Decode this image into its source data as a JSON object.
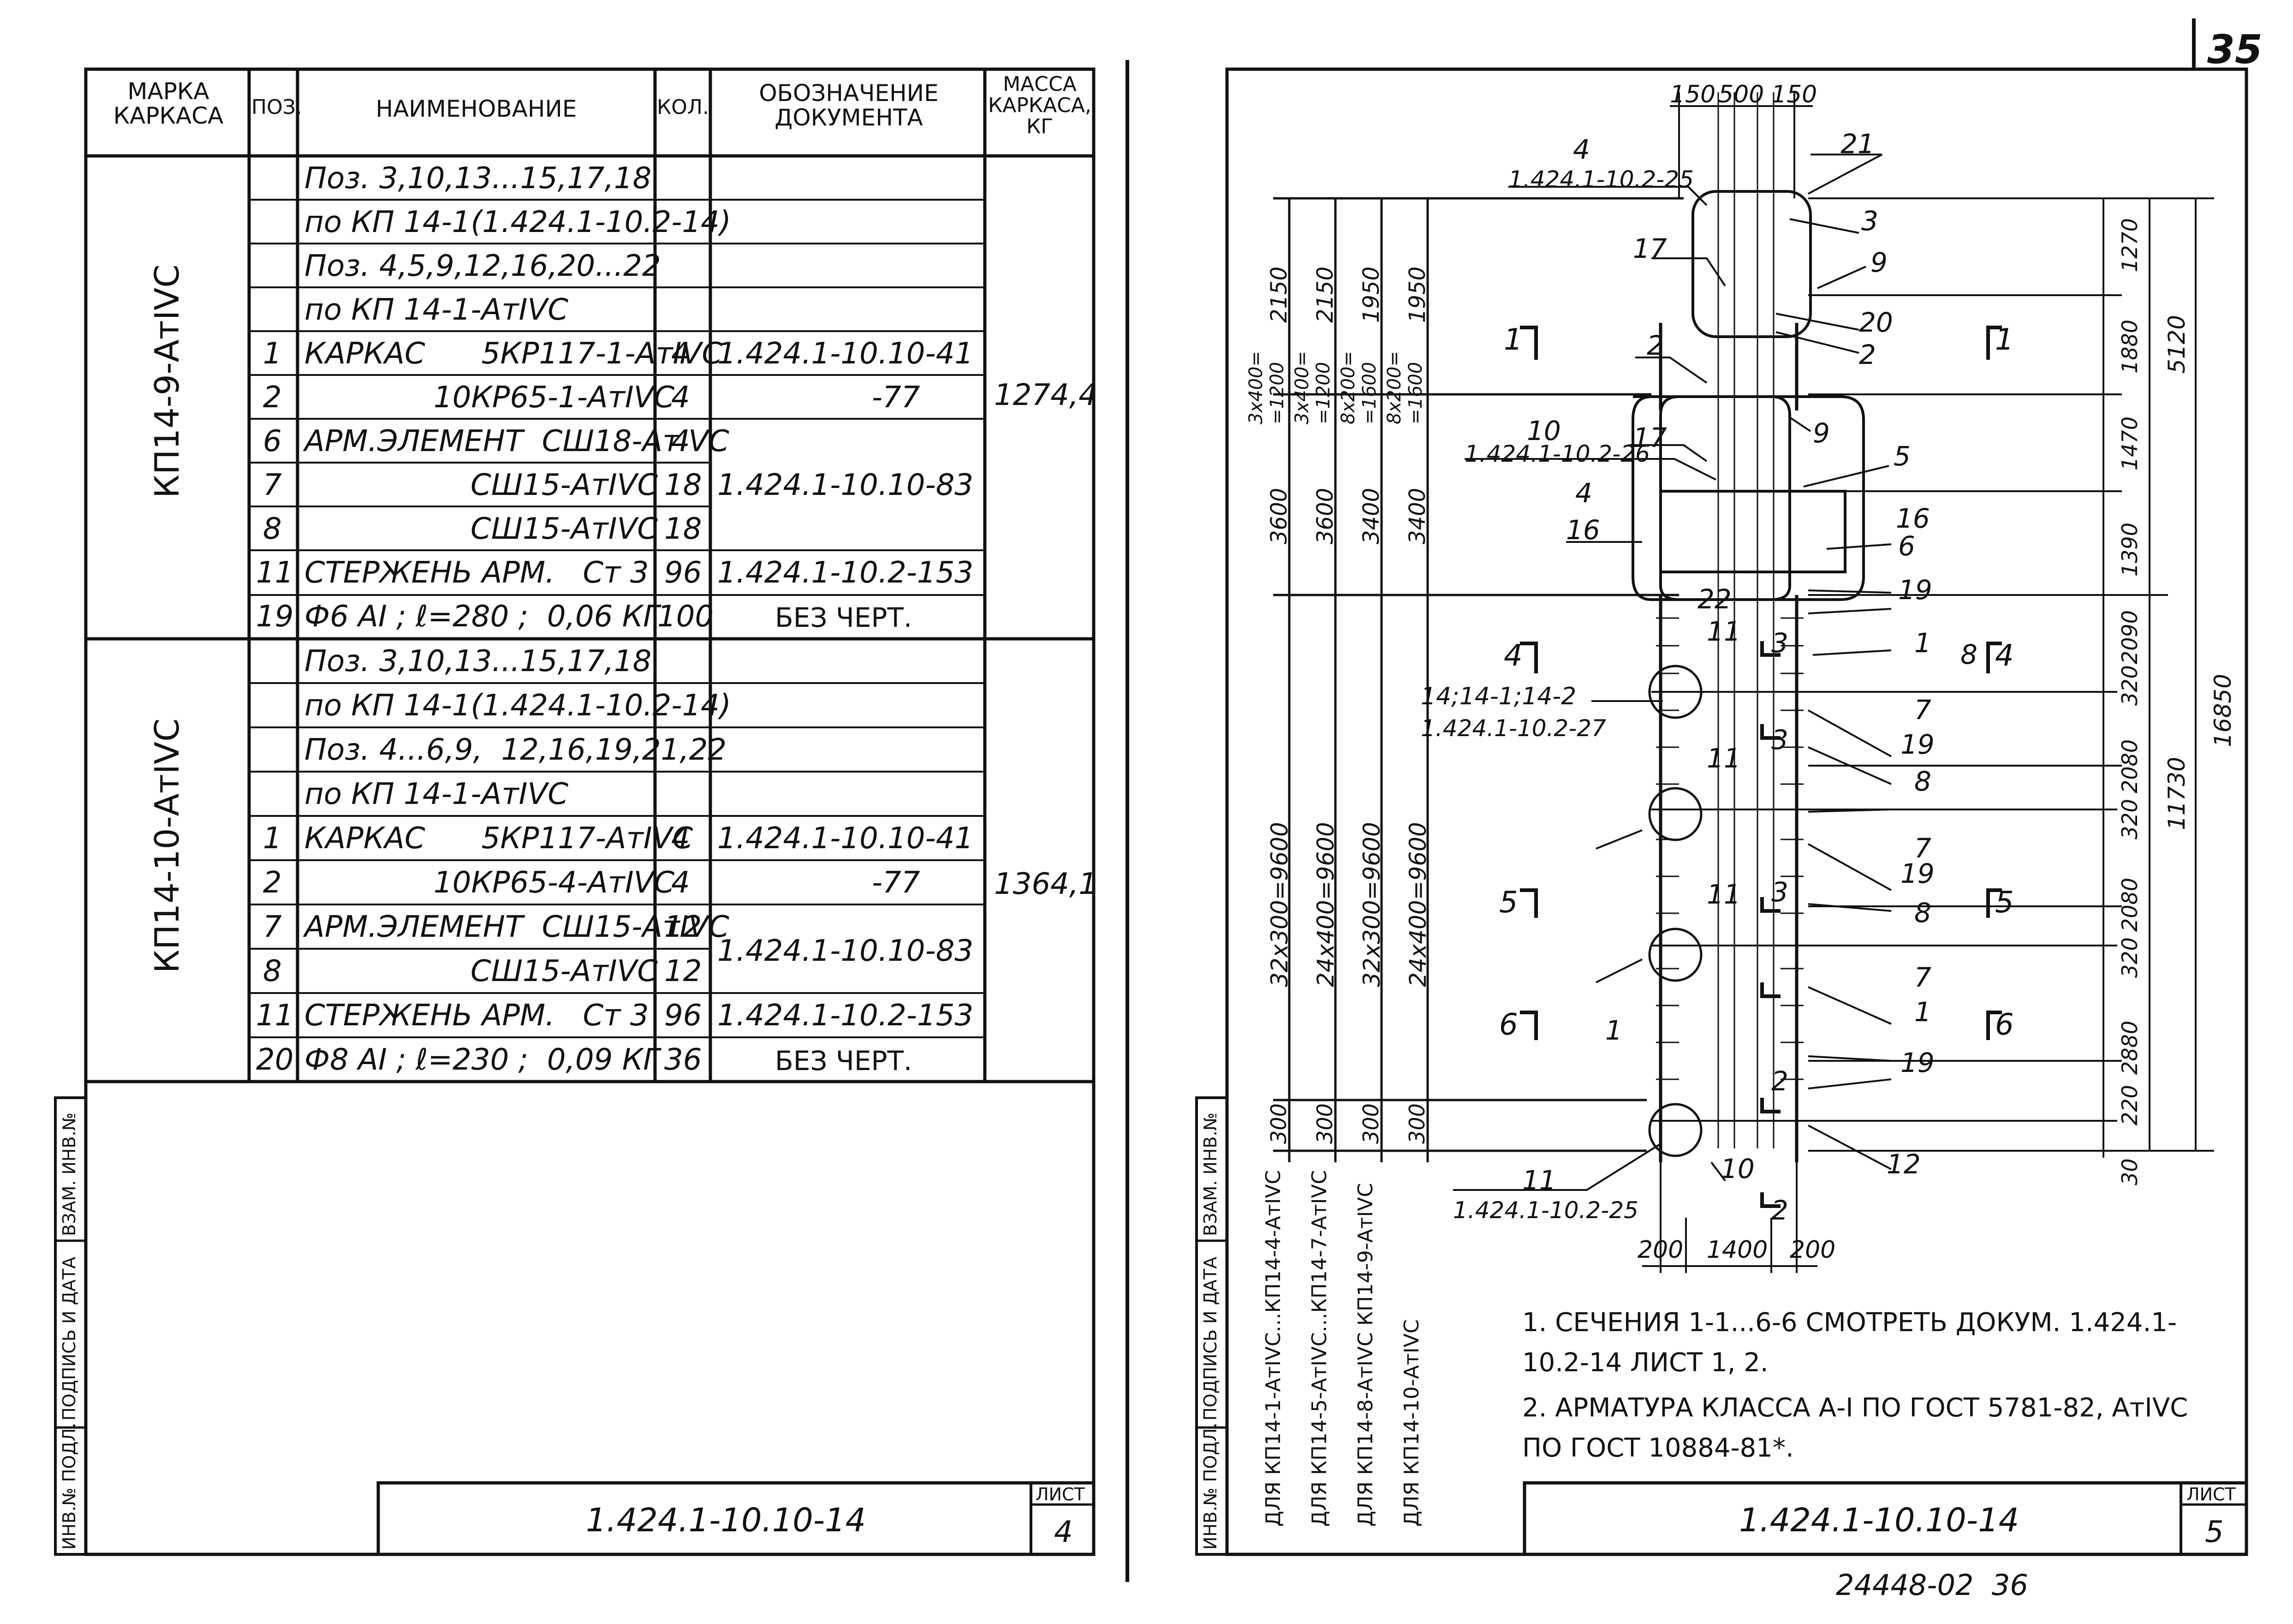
{
  "page_number": "35",
  "bottom_stamp": "24448-02  36",
  "left_sheet": {
    "headers": {
      "mark": "МАРКА КАРКАСА",
      "pos": "ПОЗ.",
      "name": "НАИМЕНОВАНИЕ",
      "qty": "КОЛ.",
      "doc": "ОБОЗНАЧЕНИЕ ДОКУМЕНТА",
      "mass": "МАССА КАРКАСА, КГ"
    },
    "groups": [
      {
        "mark": "КП14-9-АтIVС",
        "mass": "1274,4",
        "rows": [
          {
            "pos": "",
            "name": "Поз. 3,10,13...15,17,18",
            "qty": "",
            "doc": ""
          },
          {
            "pos": "",
            "name": "по КП 14-1(1.424.1-10.2-14)",
            "qty": "",
            "doc": ""
          },
          {
            "pos": "",
            "name": "Поз. 4,5,9,12,16,20...22",
            "qty": "",
            "doc": ""
          },
          {
            "pos": "",
            "name": "по КП 14-1-АтIVС",
            "qty": "",
            "doc": ""
          },
          {
            "pos": "1",
            "name": "КАРКАС      5КР117-1-АтIVС",
            "qty": "4",
            "doc": "1.424.1-10.10-41"
          },
          {
            "pos": "2",
            "name": "10КР65-1-АтIVС",
            "qty": "4",
            "doc": "-77"
          },
          {
            "pos": "6",
            "name": "АРМ.ЭЛЕМЕНТ  СШ18-АтIVС",
            "qty": "4",
            "doc": ""
          },
          {
            "pos": "7",
            "name": "СШ15-АтIVС",
            "qty": "18",
            "doc": "1.424.1-10.10-83"
          },
          {
            "pos": "8",
            "name": "СШ15-АтIVС",
            "qty": "18",
            "doc": ""
          },
          {
            "pos": "11",
            "name": "СТЕРЖЕНЬ АРМ.   Ст 3",
            "qty": "96",
            "doc": "1.424.1-10.2-153"
          },
          {
            "pos": "19",
            "name": "Ф6 АI ; ℓ=280 ;  0,06 КГ",
            "qty": "100",
            "doc": "БЕЗ ЧЕРТ."
          }
        ]
      },
      {
        "mark": "КП14-10-АтIVС",
        "mass": "1364,1",
        "rows": [
          {
            "pos": "",
            "name": "Поз. 3,10,13...15,17,18",
            "qty": "",
            "doc": ""
          },
          {
            "pos": "",
            "name": "по КП 14-1(1.424.1-10.2-14)",
            "qty": "",
            "doc": ""
          },
          {
            "pos": "",
            "name": "Поз. 4...6,9,  12,16,19,21,22",
            "qty": "",
            "doc": ""
          },
          {
            "pos": "",
            "name": "по КП 14-1-АтIVС",
            "qty": "",
            "doc": ""
          },
          {
            "pos": "1",
            "name": "КАРКАС      5КР117-АтIVС",
            "qty": "4",
            "doc": "1.424.1-10.10-41"
          },
          {
            "pos": "2",
            "name": "10КР65-4-АтIVС",
            "qty": "4",
            "doc": "-77"
          },
          {
            "pos": "7",
            "name": "АРМ.ЭЛЕМЕНТ  СШ15-АтIVС",
            "qty": "12",
            "doc": "1.424.1-10.10-83"
          },
          {
            "pos": "8",
            "name": "СШ15-АтIVС",
            "qty": "12",
            "doc": ""
          },
          {
            "pos": "11",
            "name": "СТЕРЖЕНЬ АРМ.   Ст 3",
            "qty": "96",
            "doc": "1.424.1-10.2-153"
          },
          {
            "pos": "20",
            "name": "Ф8 АI ; ℓ=230 ;  0,09 КГ",
            "qty": "36",
            "doc": "БЕЗ ЧЕРТ."
          }
        ]
      }
    ],
    "side_labels": [
      "ИНВ.№ ПОДЛ.",
      "ПОДПИСЬ И ДАТА",
      "ВЗАМ. ИНВ.№"
    ],
    "title_block": {
      "code": "1.424.1-10.10-14",
      "sheet_label": "ЛИСТ",
      "sheet": "4"
    }
  },
  "right_sheet": {
    "side_labels": [
      "ИНВ.№ ПОДЛ.",
      "ПОДПИСЬ И ДАТА",
      "ВЗАМ. ИНВ.№"
    ],
    "columns": [
      {
        "label": "ДЛЯ КП14-1-АтIVС...КП14-4-АтIVС",
        "top": "2150",
        "mid": "3x400=\n=1200",
        "mid2": "3600",
        "low": "32x300=9600",
        "base": "300"
      },
      {
        "label": "ДЛЯ КП14-5-АтIVС...КП14-7-АтIVС",
        "top": "2150",
        "mid": "3x400=\n=1200",
        "mid2": "3600",
        "low": "24x400=9600",
        "base": "300"
      },
      {
        "label": "ДЛЯ КП14-8-АтIVС  КП14-9-АтIVС",
        "top": "1950",
        "mid": "8x200=\n=1600",
        "mid2": "3400",
        "low": "32x300=9600",
        "base": "300"
      },
      {
        "label": "ДЛЯ КП14-10-АтIVС",
        "top": "1950",
        "mid": "8x200=\n=1600",
        "mid2": "3400",
        "low": "24x400=9600",
        "base": "300"
      }
    ],
    "top_dims": [
      "150",
      "500",
      "150"
    ],
    "bottom_dims": [
      "200",
      "1400",
      "200"
    ],
    "right_dims": [
      "1270",
      "1880",
      "1470",
      "1390",
      "2090",
      "320",
      "2080",
      "320",
      "2080",
      "320",
      "2880",
      "220",
      "30"
    ],
    "overall_dims": [
      "5120",
      "11730",
      "16850"
    ],
    "callouts": [
      "4",
      "1.424.1-10.2-25",
      "21",
      "3",
      "17",
      "9",
      "20",
      "2",
      "2",
      "10",
      "1.424.1-10.2-26",
      "17",
      "9",
      "5",
      "4",
      "16",
      "16",
      "6",
      "22",
      "19",
      "11",
      "3",
      "1",
      "8",
      "14;14-1;14-2",
      "1.424.1-10.2-27",
      "7",
      "19",
      "11",
      "3",
      "8",
      "7",
      "19",
      "11",
      "3",
      "8",
      "7",
      "1",
      "19",
      "2",
      "12",
      "10",
      "11",
      "1.424.1-10.2-25",
      "2",
      "1"
    ],
    "section_marks": [
      "1",
      "1",
      "4",
      "4",
      "5",
      "5",
      "6",
      "6"
    ],
    "notes": [
      "1. СЕЧЕНИЯ 1-1...6-6 СМОТРЕТЬ ДОКУМ. 1.424.1-10.2-14 ЛИСТ 1, 2.",
      "2. АРМАТУРА КЛАССА А-I ПО ГОСТ 5781-82, АтIVС ПО ГОСТ 10884-81*."
    ],
    "title_block": {
      "code": "1.424.1-10.10-14",
      "sheet_label": "ЛИСТ",
      "sheet": "5"
    }
  }
}
